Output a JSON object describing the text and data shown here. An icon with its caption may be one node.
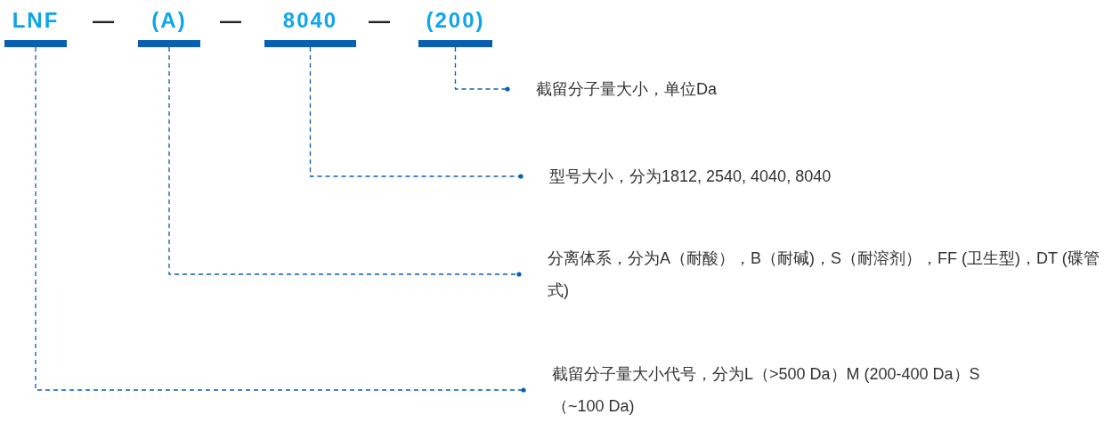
{
  "diagram": {
    "nodes": [
      {
        "text": [
          "**L**NF"
        ]
      },
      {
        "text": [
          "(**A**)"
        ]
      },
      {
        "text": [
          "8040"
        ]
      },
      {
        "text": [
          "(200)"
        ]
      },
      {
        "text": [
          "截留分子量大小，单位Da"
        ]
      },
      {
        "text": [
          "型号大小，分为1812, 2540, 4040, 8040"
        ]
      },
      {
        "text": [
          "分离体系，分为A（耐酸），B（耐碱)，S（耐溶剂），FF (卫生型)，DT (碟管式)"
        ]
      },
      {
        "text": [
          "截留分子量大小代号，分为L（>500 Da）M (200-400 Da）S（~100 Da)"
        ]
      }
    ],
    "edges": [
      {
        "from": 3,
        "to": 4,
        "arrow": "other",
        "style": "dashed"
      },
      {
        "from": 2,
        "to": 5,
        "arrow": "other",
        "style": "dashed"
      },
      {
        "from": 1,
        "to": 6,
        "arrow": "other",
        "style": "dashed"
      },
      {
        "from": 0,
        "to": 7,
        "arrow": "other",
        "style": "dashed"
      }
    ],
    "labels": [
      "—",
      "—",
      "—"
    ]
  }
}
